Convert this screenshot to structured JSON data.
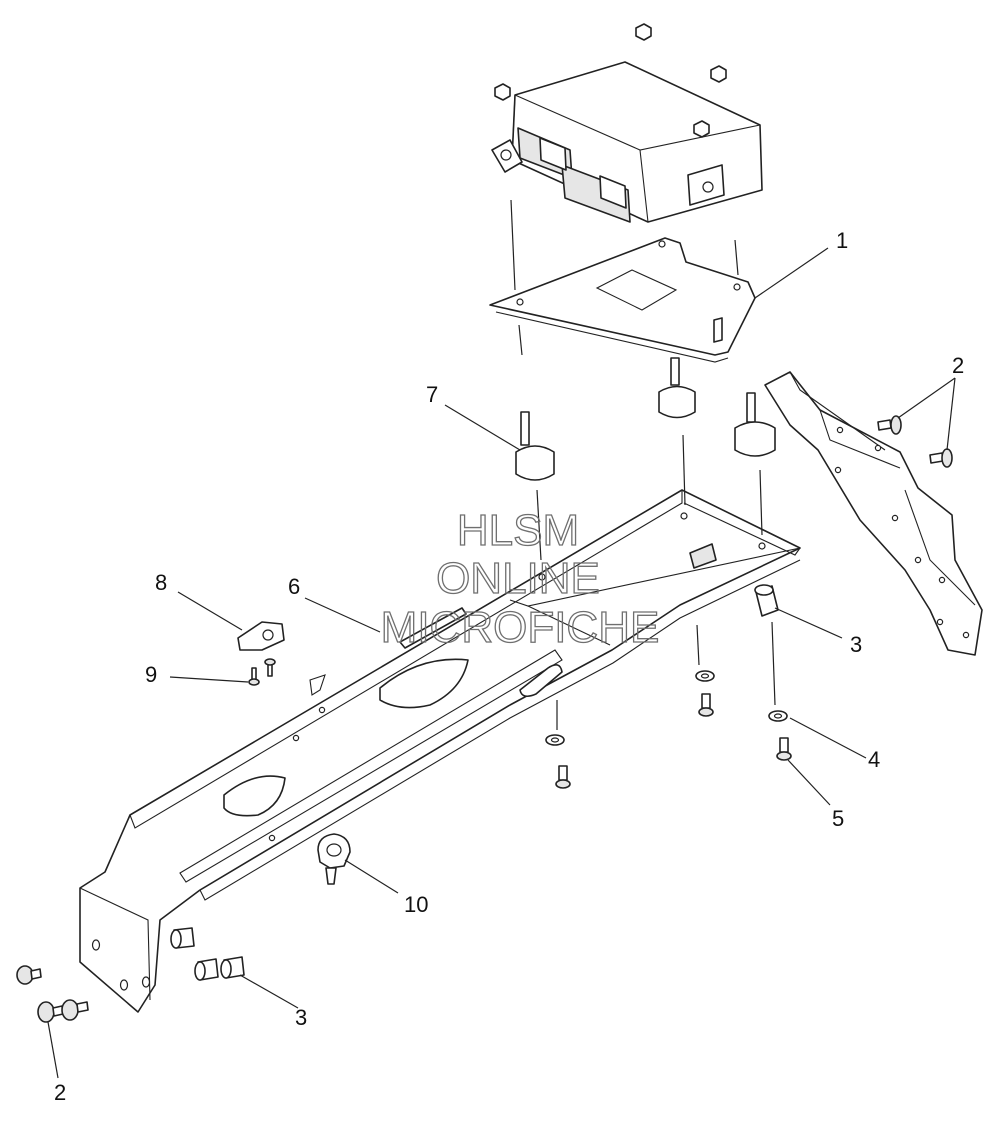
{
  "watermark": {
    "line1": "HLSM",
    "line2": "ONLINE",
    "line3": "MICROFICHE"
  },
  "callouts": [
    {
      "id": "c1",
      "label": "1"
    },
    {
      "id": "c2a",
      "label": "2"
    },
    {
      "id": "c2b",
      "label": "2"
    },
    {
      "id": "c3a",
      "label": "3"
    },
    {
      "id": "c3b",
      "label": "3"
    },
    {
      "id": "c4",
      "label": "4"
    },
    {
      "id": "c5",
      "label": "5"
    },
    {
      "id": "c6",
      "label": "6"
    },
    {
      "id": "c7",
      "label": "7"
    },
    {
      "id": "c8",
      "label": "8"
    },
    {
      "id": "c9",
      "label": "9"
    },
    {
      "id": "c10",
      "label": "10"
    }
  ]
}
